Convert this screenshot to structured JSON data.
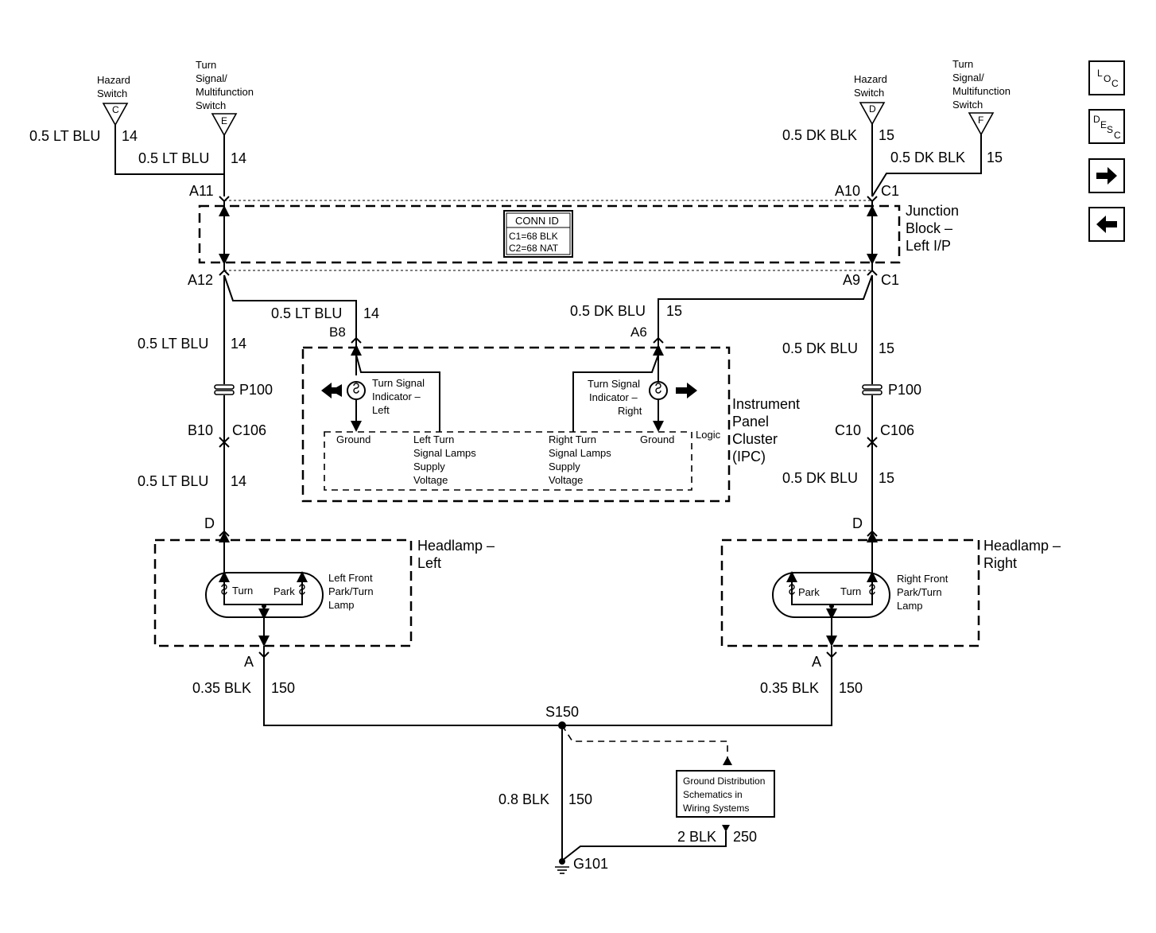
{
  "hazard_switch_left": {
    "label": [
      "Hazard",
      "Switch"
    ],
    "pin": "C"
  },
  "tsm_switch_left": {
    "label": [
      "Turn",
      "Signal/",
      "Multifunction",
      "Switch"
    ],
    "pin": "E"
  },
  "hazard_switch_right": {
    "label": [
      "Hazard",
      "Switch"
    ],
    "pin": "D"
  },
  "tsm_switch_right": {
    "label": [
      "Turn",
      "Signal/",
      "Multifunction",
      "Switch"
    ],
    "pin": "F"
  },
  "wires": {
    "hazard_left": {
      "gauge": "0.5 LT BLU",
      "circuit": "14"
    },
    "tsm_left": {
      "gauge": "0.5 LT BLU",
      "circuit": "14"
    },
    "hazard_right": {
      "gauge": "0.5 DK BLK",
      "circuit": "15"
    },
    "tsm_right": {
      "gauge": "0.5 DK BLK",
      "circuit": "15"
    },
    "ipc_left": {
      "gauge": "0.5 LT BLU",
      "circuit": "14"
    },
    "ipc_right": {
      "gauge": "0.5 DK BLU",
      "circuit": "15"
    },
    "left_upper": {
      "gauge": "0.5 LT BLU",
      "circuit": "14"
    },
    "right_upper": {
      "gauge": "0.5 DK BLU",
      "circuit": "15"
    },
    "left_lower": {
      "gauge": "0.5 LT BLU",
      "circuit": "14"
    },
    "right_lower": {
      "gauge": "0.5 DK BLU",
      "circuit": "15"
    },
    "ground_left": {
      "gauge": "0.35 BLK",
      "circuit": "150"
    },
    "ground_right": {
      "gauge": "0.35 BLK",
      "circuit": "150"
    },
    "ground_main": {
      "gauge": "0.8 BLK",
      "circuit": "150"
    },
    "ground_aux": {
      "gauge": "2 BLK",
      "circuit": "250"
    }
  },
  "junction_block": {
    "label": [
      "Junction",
      "Block –",
      "Left I/P"
    ],
    "pins": {
      "a11": "A11",
      "a10": "A10",
      "c1_top": "C1",
      "a12": "A12",
      "a9": "A9",
      "c1_bottom": "C1"
    },
    "conn_id": {
      "title": "CONN ID",
      "rows": [
        "C1=68 BLK",
        "C2=68 NAT"
      ]
    }
  },
  "ipc": {
    "label": [
      "Instrument",
      "Panel",
      "Cluster",
      "(IPC)"
    ],
    "pins": {
      "left": "B8",
      "right": "A6"
    },
    "indicator_left": [
      "Turn Signal",
      "Indicator –",
      "Left"
    ],
    "indicator_right": [
      "Turn Signal",
      "Indicator –",
      "Right"
    ],
    "logic_label": "Logic",
    "logic_left_ground": "Ground",
    "logic_left_supply": [
      "Left Turn",
      "Signal Lamps",
      "Supply",
      "Voltage"
    ],
    "logic_right_supply": [
      "Right Turn",
      "Signal Lamps",
      "Supply",
      "Voltage"
    ],
    "logic_right_ground": "Ground"
  },
  "connectors": {
    "p100_left": "P100",
    "p100_right": "P100",
    "b10": "B10",
    "c106_left": "C106",
    "c10": "C10",
    "c106_right": "C106"
  },
  "headlamp_left": {
    "label": [
      "Headlamp –",
      "Left"
    ],
    "pin_top": "D",
    "pin_bottom": "A",
    "filament_1": "Turn",
    "filament_2": "Park",
    "lamp_label": [
      "Left Front",
      "Park/Turn",
      "Lamp"
    ]
  },
  "headlamp_right": {
    "label": [
      "Headlamp –",
      "Right"
    ],
    "pin_top": "D",
    "pin_bottom": "A",
    "filament_1": "Park",
    "filament_2": "Turn",
    "lamp_label": [
      "Right Front",
      "Park/Turn",
      "Lamp"
    ]
  },
  "splice": "S150",
  "ground": "G101",
  "ground_ref": [
    "Ground Distribution",
    "Schematics in",
    "Wiring Systems"
  ],
  "nav": {
    "loc": {
      "l1": "L",
      "l2": "O",
      "l3": "C"
    },
    "desc": {
      "l1": "D",
      "l2": "E",
      "l3": "S",
      "l4": "C"
    },
    "next_icon": "right-arrow-icon",
    "prev_icon": "left-arrow-icon"
  }
}
